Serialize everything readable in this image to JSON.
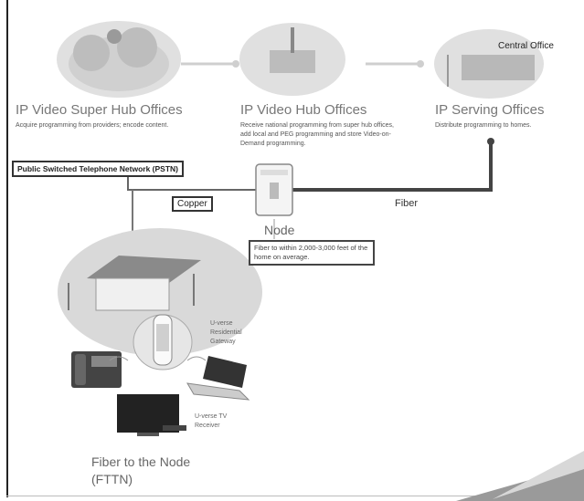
{
  "hubs": [
    {
      "title": "IP Video Super Hub Offices",
      "desc": "Acquire programming from providers; encode content."
    },
    {
      "title": "IP Video Hub Offices",
      "desc": "Receive national programming from super hub offices, add local and PEG programming and store Video-on-Demand programming."
    },
    {
      "title": "IP Serving Offices",
      "desc": "Distribute programming to homes."
    }
  ],
  "central_office": "Central Office",
  "pstn": "Public Switched Telephone Network (PSTN)",
  "copper": "Copper",
  "fiber": "Fiber",
  "node": "Node",
  "node_callout": "Fiber to within 2,000-3,000 feet of the home on average.",
  "gateway": "U-verse Residential Gateway",
  "receiver": "U-verse TV Receiver",
  "footer_title": "Fiber to the Node (FTTN)",
  "colors": {
    "line": "#555555",
    "box_border": "#333333",
    "soft_blob": "#d6d6d6"
  }
}
